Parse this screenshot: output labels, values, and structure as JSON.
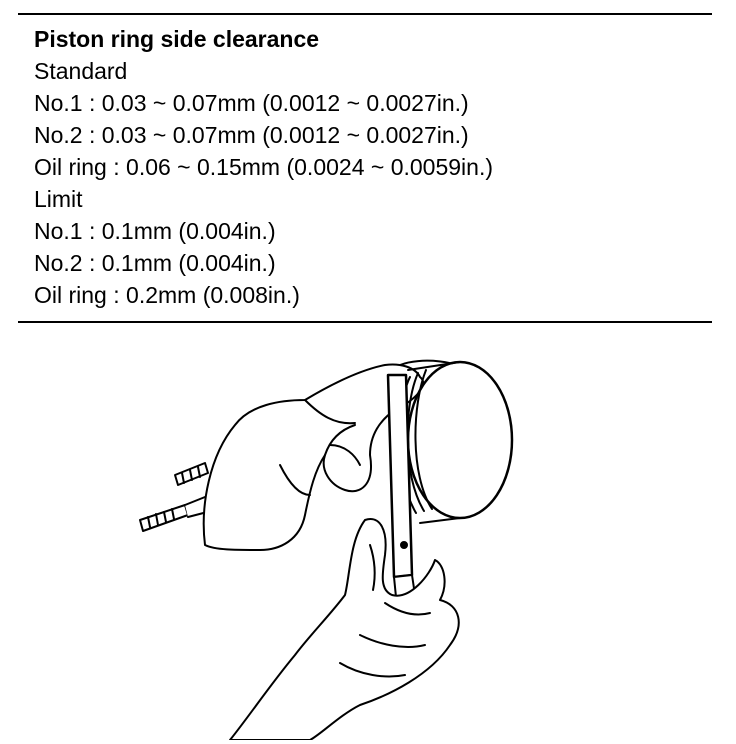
{
  "spec": {
    "title": "Piston ring side clearance",
    "standard_label": "Standard",
    "standard_no1": "No.1 :  0.03 ~ 0.07mm (0.0012 ~ 0.0027in.)",
    "standard_no2": "No.2 :  0.03 ~ 0.07mm (0.0012 ~ 0.0027in.)",
    "standard_oil": "Oil ring : 0.06 ~ 0.15mm (0.0024 ~ 0.0059in.)",
    "limit_label": "Limit",
    "limit_no1": "No.1 :  0.1mm (0.004in.)",
    "limit_no2": "No.2 :  0.1mm (0.004in.)",
    "limit_oil": "Oil ring :  0.2mm (0.008in.)"
  },
  "illustration": {
    "icon": "hands-measuring-piston-ring-with-feeler-gauge"
  }
}
